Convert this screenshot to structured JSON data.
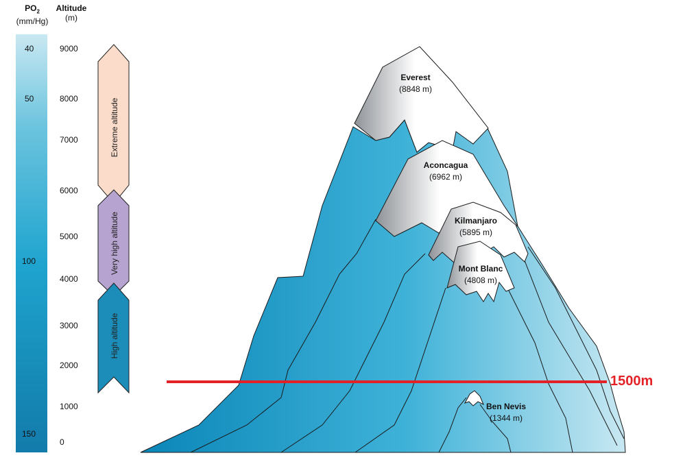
{
  "header": {
    "po2_title": "PO",
    "po2_sub": "2",
    "po2_unit": "(mm/Hg)",
    "alt_title": "Altitude",
    "alt_unit": "(m)"
  },
  "po2_ticks": [
    "40",
    "50",
    "100",
    "150"
  ],
  "altitude_ticks": [
    "9000",
    "8000",
    "7000",
    "6000",
    "5000",
    "4000",
    "3000",
    "2000",
    "1000",
    "0"
  ],
  "zones": [
    {
      "label": "Extreme altitude",
      "color": "#fbdcca"
    },
    {
      "label": "Very high altitude",
      "color": "#b7a3cf"
    },
    {
      "label": "High altitude",
      "color": "#1c8db8"
    }
  ],
  "mountains": [
    {
      "name": "Everest",
      "height": "(8848 m)"
    },
    {
      "name": "Aconcagua",
      "height": "(6962 m)"
    },
    {
      "name": "Kilmanjaro",
      "height": "(5895 m)"
    },
    {
      "name": "Mont Blanc",
      "height": "(4808 m)"
    },
    {
      "name": "Ben Nevis",
      "height": "(1344 m)"
    }
  ],
  "marker": {
    "label": "1500m",
    "color": "#e32228"
  }
}
